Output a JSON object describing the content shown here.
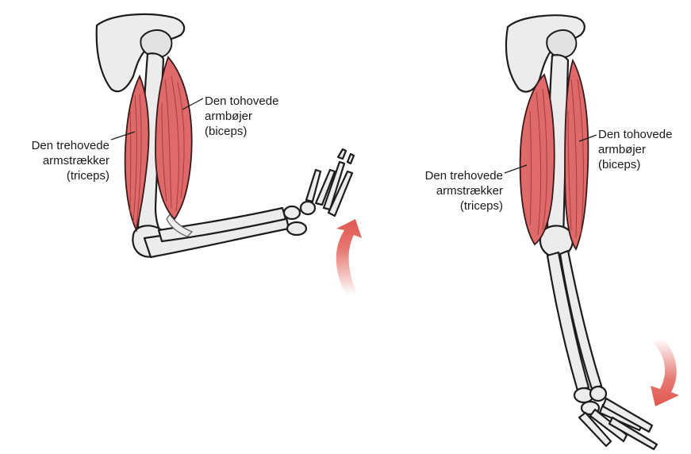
{
  "colors": {
    "muscle": "#e06a6a",
    "bone": "#ececec",
    "arrow": "#e0574f",
    "outline": "#1c1c1c"
  },
  "bent_arm": {
    "biceps_label": [
      "Den tohovede",
      "armbøjer",
      "(biceps)"
    ],
    "triceps_label": [
      "Den trehovede",
      "armstrækker",
      "(triceps)"
    ],
    "arrow_direction": "up"
  },
  "straight_arm": {
    "biceps_label": [
      "Den tohovede",
      "armbøjer",
      "(biceps)"
    ],
    "triceps_label": [
      "Den trehovede",
      "armstrækker",
      "(triceps)"
    ],
    "arrow_direction": "down"
  }
}
